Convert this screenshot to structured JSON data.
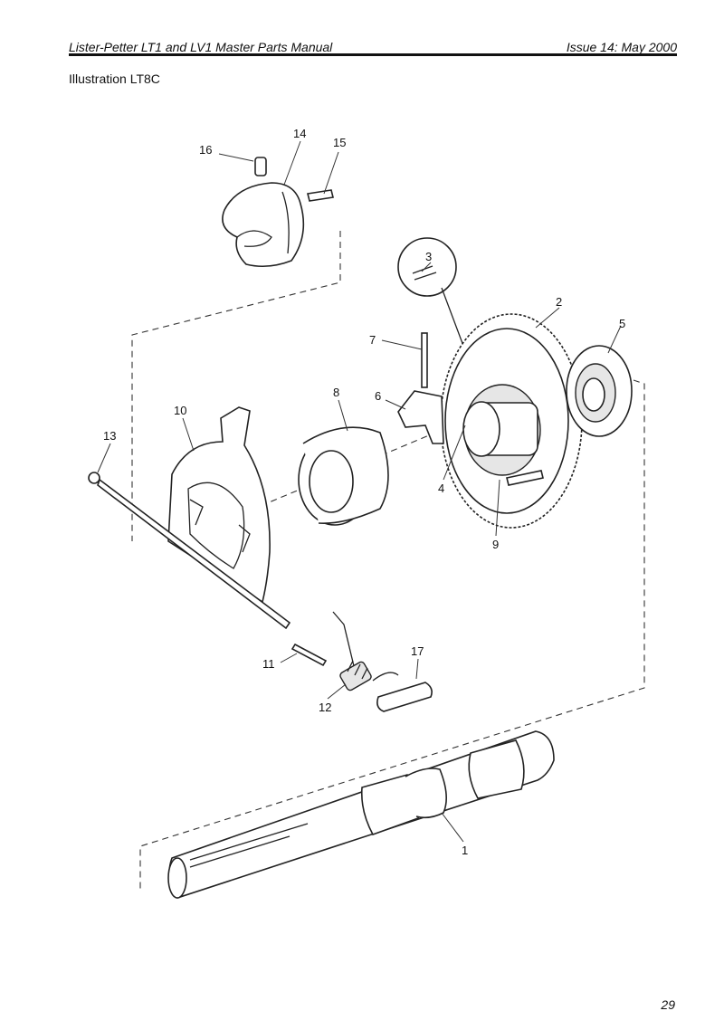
{
  "header": {
    "title": "Lister-Petter LT1 and LV1 Master Parts Manual",
    "issue": "Issue 14: May 2000"
  },
  "illustration_label": "Illustration LT8C",
  "page_number": "29",
  "callouts": [
    "1",
    "2",
    "3",
    "4",
    "5",
    "6",
    "7",
    "8",
    "9",
    "10",
    "11",
    "12",
    "13",
    "14",
    "15",
    "16",
    "17"
  ]
}
